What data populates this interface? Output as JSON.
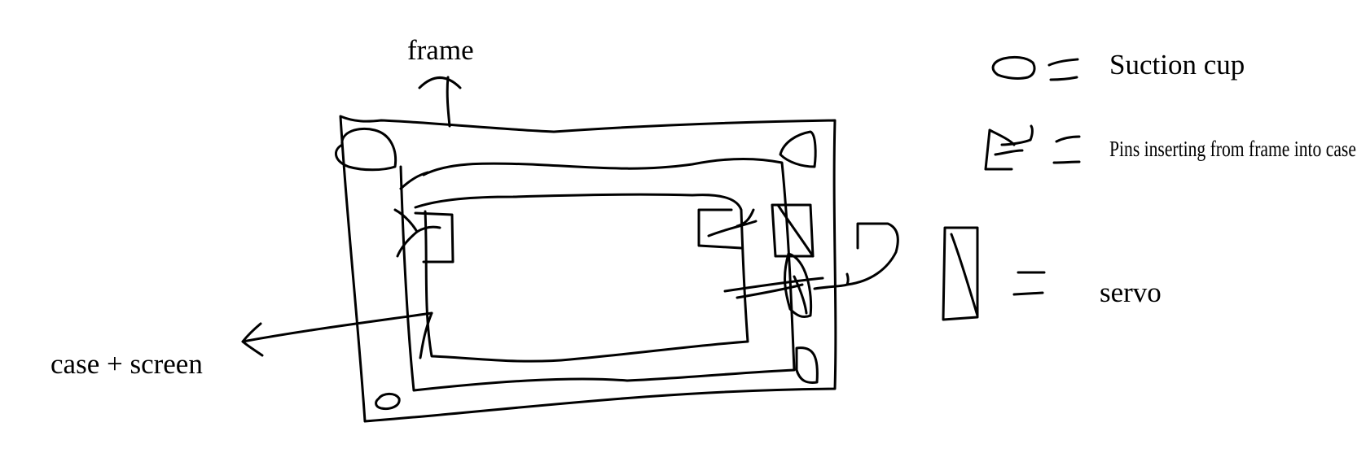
{
  "labels": {
    "frame": "frame",
    "case_screen": "case + screen",
    "suction_cup": "Suction cup",
    "pins": "Pins inserting from frame into case",
    "servo": "servo"
  },
  "legend": [
    {
      "icon": "suction-cup-icon",
      "label_key": "suction_cup"
    },
    {
      "icon": "pin-icon",
      "label_key": "pins"
    },
    {
      "icon": "servo-icon",
      "label_key": "servo"
    }
  ],
  "colors": {
    "ink": "#000000",
    "background": "#ffffff"
  }
}
